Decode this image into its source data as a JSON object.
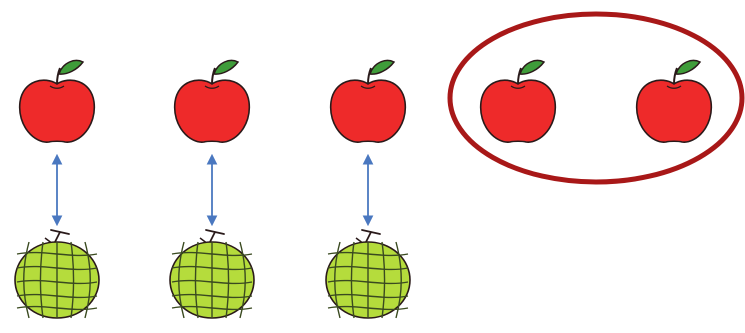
{
  "colors": {
    "background": "#ffffff",
    "apple_fill": "#ee2a2a",
    "apple_outline": "#2a1a1a",
    "leaf": "#3f9c3a",
    "arrow": "#4a78c0",
    "melon_fill": "#b5dc3c",
    "melon_grid": "#3a4a20",
    "highlight_ellipse": "#a81818"
  },
  "pairs": [
    {
      "apple_icon": "apple-icon",
      "melon_icon": "melon-icon",
      "connector": "double-arrow"
    },
    {
      "apple_icon": "apple-icon",
      "melon_icon": "melon-icon",
      "connector": "double-arrow"
    },
    {
      "apple_icon": "apple-icon",
      "melon_icon": "melon-icon",
      "connector": "double-arrow"
    }
  ],
  "leftover_group": {
    "apple_count": 2,
    "apple_icon": "apple-icon",
    "highlight": "ellipse"
  }
}
